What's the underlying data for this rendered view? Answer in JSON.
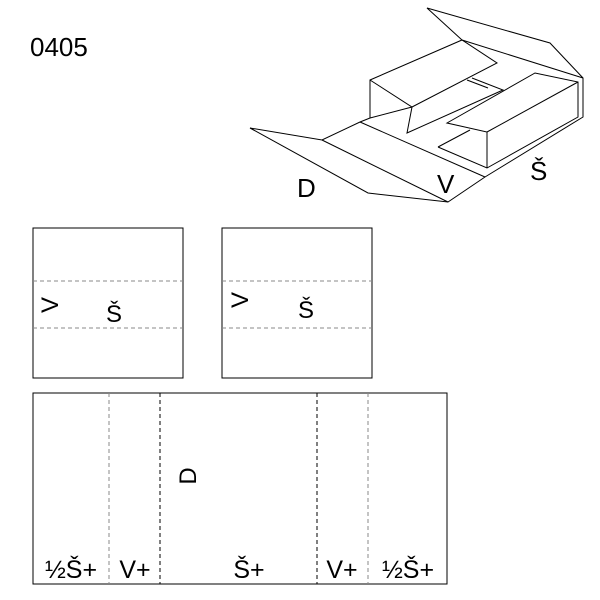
{
  "code": "0405",
  "box_labels": {
    "length": "D",
    "height": "V",
    "width": "Š"
  },
  "lid_panels": [
    {
      "height_label": "V",
      "width_label": "Š"
    },
    {
      "height_label": "V",
      "width_label": "Š"
    }
  ],
  "blank": {
    "length_label": "D",
    "segments": [
      "½Š+",
      "V+",
      "Š+",
      "V+",
      "½Š+"
    ]
  }
}
